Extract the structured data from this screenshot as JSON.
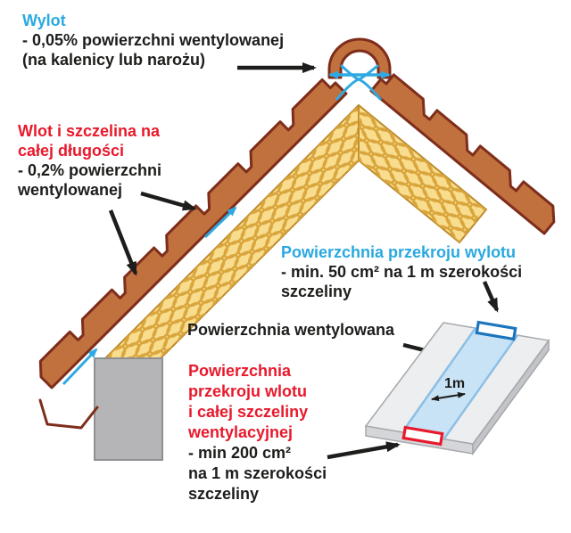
{
  "diagram_title": "roof-ventilation-diagram",
  "colors": {
    "accent_blue": "#29A9E0",
    "accent_red": "#E8192C",
    "text_black": "#1D1D1B",
    "outlet_marker_blue": "#1B75BC",
    "inlet_marker_red": "#E8192C",
    "tile_brown": "#C1713E",
    "tile_outline": "#7E2D1B",
    "insulation_yellow": "#F9DD8E",
    "insulation_stroke": "#D9A53C",
    "wall_gray": "#B5B5B7",
    "panel_gray": "#EDEEF0",
    "strip_blue": "#C9E3F6"
  },
  "labels": {
    "outlet": {
      "title": "Wylot",
      "line1": "- 0,05% powierzchni wentylowanej",
      "line2": "(na kalenicy lub narożu)"
    },
    "inlet": {
      "title1": "Wlot i szczelina na",
      "title2": "całej długości",
      "line1": "- 0,2% powierzchni",
      "line2": "wentylowanej"
    },
    "outlet_cross_section": {
      "title": "Powierzchnia przekroju wylotu",
      "line1": "- min. 50 cm² na 1 m szerokości",
      "line2": "szczeliny"
    },
    "ventilated_area": {
      "title": "Powierzchnia wentylowana"
    },
    "inlet_cross_section": {
      "title1": "Powierzchnia",
      "title2": "przekroju wlotu",
      "title3": "i całej szczeliny",
      "title4": "wentylacyjnej",
      "line1": "- min 200 cm²",
      "line2": "na 1 m szerokości",
      "line3": "szczeliny"
    },
    "width_marker": "1m"
  }
}
